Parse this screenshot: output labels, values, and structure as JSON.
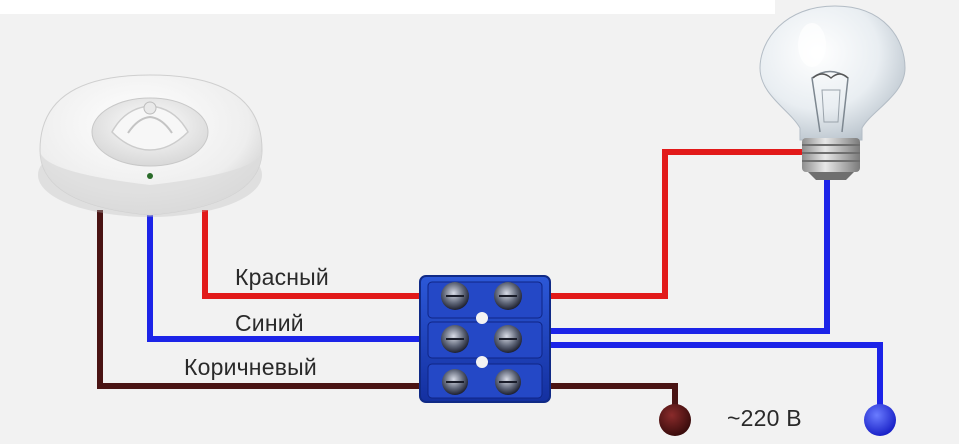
{
  "labels": {
    "red": "Красный",
    "blue": "Синий",
    "brown": "Коричневый",
    "voltage": "~220 В"
  },
  "colors": {
    "red_wire": "#e21a1a",
    "blue_wire": "#1c24e8",
    "brown_wire": "#4a1414",
    "terminal_block": "#1d3fbf",
    "background": "#f2f2f2"
  },
  "icons": {
    "sensor": "motion-sensor-icon",
    "bulb": "light-bulb-icon",
    "terminal": "terminal-block-icon"
  }
}
